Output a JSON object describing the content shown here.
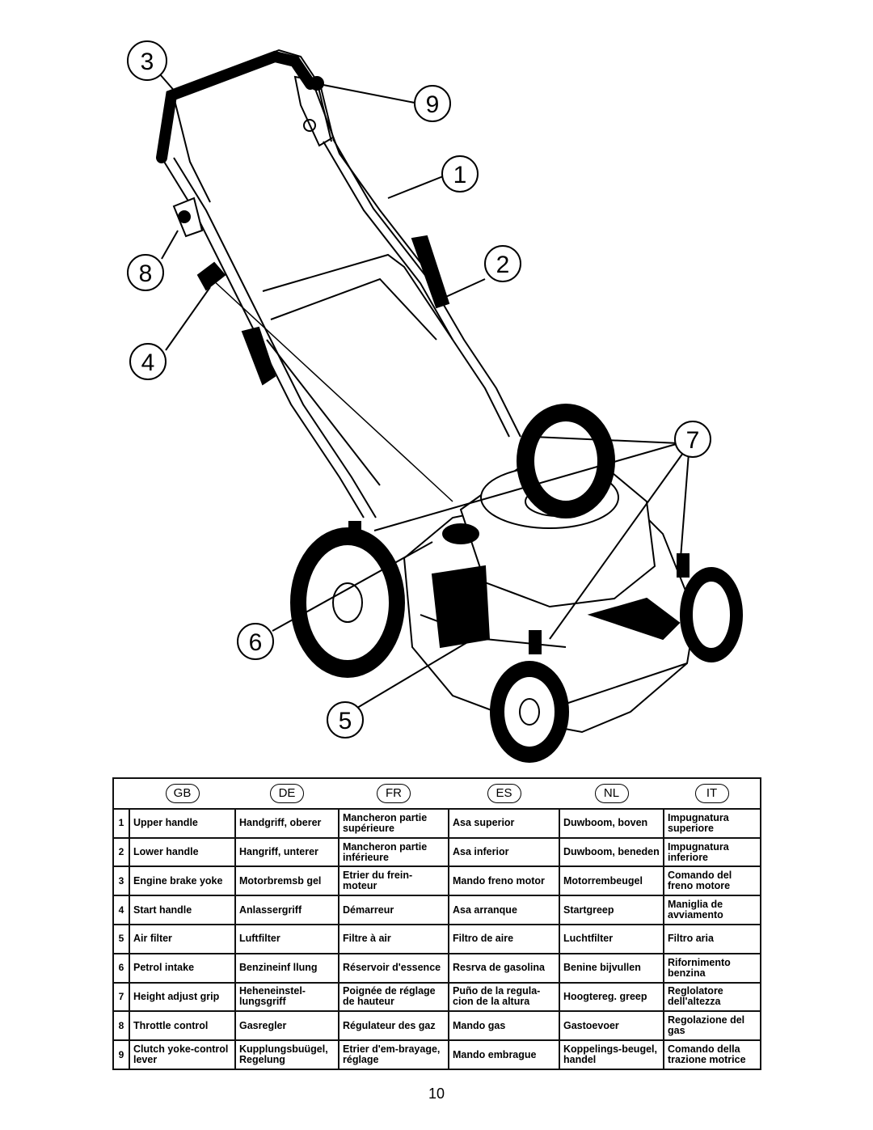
{
  "callouts": [
    "1",
    "2",
    "3",
    "4",
    "5",
    "6",
    "7",
    "8",
    "9"
  ],
  "table": {
    "languages": [
      "GB",
      "DE",
      "FR",
      "ES",
      "NL",
      "IT"
    ],
    "rows": [
      {
        "num": "1",
        "gb": "Upper handle",
        "de": "Handgriff, oberer",
        "fr": "Mancheron partie supérieure",
        "es": "Asa superior",
        "nl": "Duwboom, boven",
        "it": "Impugnatura superiore"
      },
      {
        "num": "2",
        "gb": "Lower handle",
        "de": "Hangriff, unterer",
        "fr": "Mancheron partie inférieure",
        "es": "Asa inferior",
        "nl": "Duwboom, beneden",
        "it": "Impugnatura inferiore"
      },
      {
        "num": "3",
        "gb": "Engine brake yoke",
        "de": "Motorbremsb gel",
        "fr": "Etrier du frein-moteur",
        "es": "Mando freno motor",
        "nl": "Motorrembeugel",
        "it": "Comando del freno motore"
      },
      {
        "num": "4",
        "gb": "Start handle",
        "de": "Anlassergriff",
        "fr": "Démarreur",
        "es": "Asa arranque",
        "nl": "Startgreep",
        "it": "Maniglia de avviamento"
      },
      {
        "num": "5",
        "gb": "Air filter",
        "de": "Luftfilter",
        "fr": "Filtre à air",
        "es": "Filtro de aire",
        "nl": "Luchtfilter",
        "it": "Filtro aria"
      },
      {
        "num": "6",
        "gb": "Petrol intake",
        "de": "Benzineinf llung",
        "fr": "Réservoir d'essence",
        "es": "Resrva de gasolina",
        "nl": "Benine bijvullen",
        "it": "Rifornimento benzina"
      },
      {
        "num": "7",
        "gb": "Height adjust grip",
        "de": "Heheneinstel-lungsgriff",
        "fr": "Poignée de réglage de hauteur",
        "es": "Puño de la regula-cion de la altura",
        "nl": "Hoogtereg. greep",
        "it": "Reglolatore dell'altezza"
      },
      {
        "num": "8",
        "gb": "Throttle control",
        "de": "Gasregler",
        "fr": "Régulateur des gaz",
        "es": "Mando gas",
        "nl": "Gastoevoer",
        "it": "Regolazione del gas"
      },
      {
        "num": "9",
        "gb": "Clutch yoke-control lever",
        "de": "Kupplungsbuügel, Regelung",
        "fr": "Etrier d'em-brayage, réglage",
        "es": "Mando embrague",
        "nl": "Koppelings-beugel, handel",
        "it": "Comando della trazione motrice"
      }
    ]
  },
  "page_number": "10"
}
